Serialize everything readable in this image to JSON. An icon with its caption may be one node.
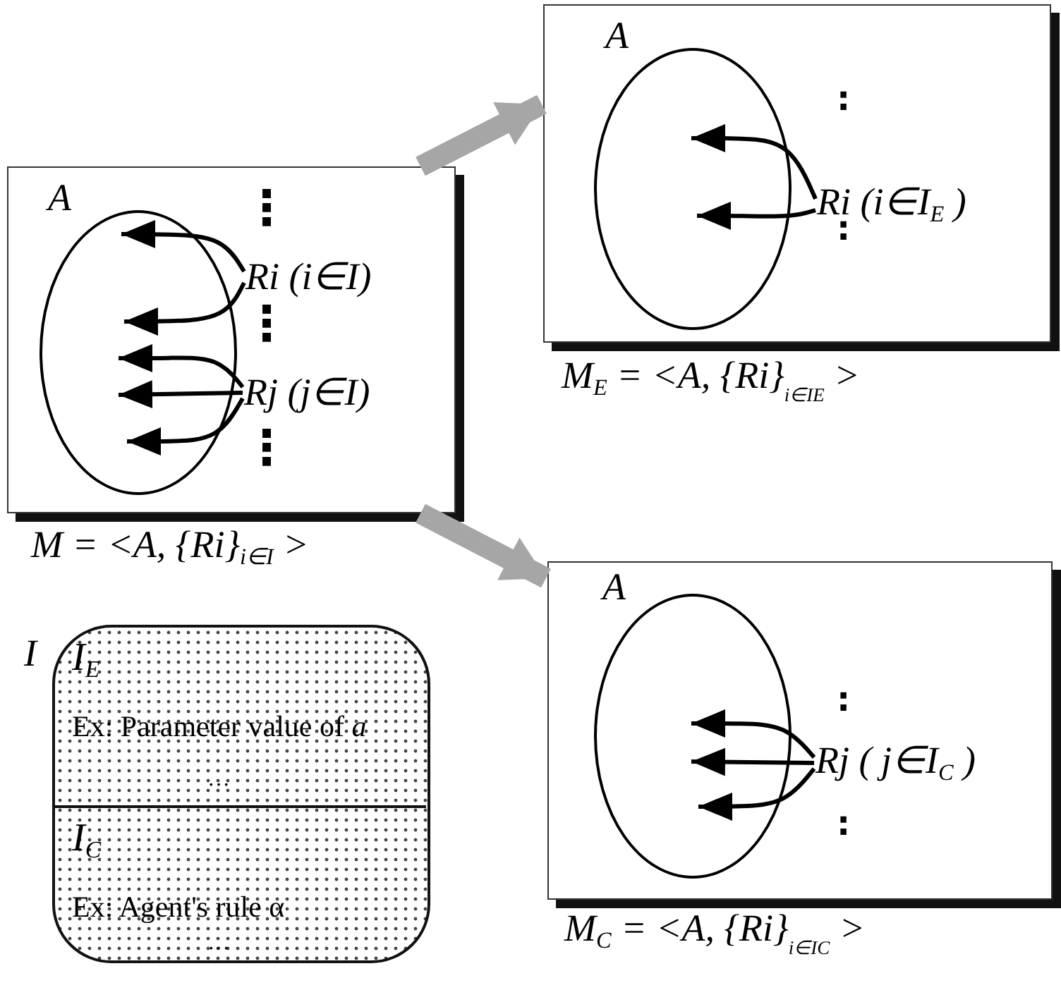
{
  "diagram": {
    "nodes": [
      {
        "text": [],
        "shape": "box",
        "beside": [
          "M = <A, {Ri}$_{i∈I}$ >"
        ]
      },
      {
        "text": [
          "A"
        ],
        "in": 0
      },
      {
        "text": [
          "Ri (i∈I)"
        ],
        "in": 0
      },
      {
        "text": [
          "Rj (j∈I)"
        ],
        "in": 0
      },
      {
        "text": [],
        "shape": "box",
        "beside": [
          "M$_{E}$ = <A, {Ri}$_{i∈I}$$_{E}$ >"
        ]
      },
      {
        "text": [
          "A"
        ],
        "in": 4
      },
      {
        "text": [
          "Ri (i∈I$_{E}$ )"
        ],
        "in": 4
      },
      {
        "text": [],
        "shape": "box",
        "beside": [
          "M$_{C}$ = <A, {Ri}$_{i∈I}$$_{C}$ >"
        ]
      },
      {
        "text": [
          "A"
        ],
        "in": 7
      },
      {
        "text": [
          "Rj ( j∈I$_{C}$ )"
        ],
        "in": 7
      },
      {
        "text": [
          "I"
        ]
      },
      {
        "text": [
          "I$_{E}$",
          "Ex: Parameter value of *a*",
          "…"
        ],
        "in": 10
      },
      {
        "text": [
          "I$_{C}$",
          "Ex: Agent's rule α",
          "…"
        ],
        "in": 10
      }
    ],
    "edges": [
      {
        "from": 2,
        "to": 1,
        "arrow": "to"
      },
      {
        "from": 2,
        "to": 1,
        "arrow": "to"
      },
      {
        "from": 3,
        "to": 1,
        "arrow": "to"
      },
      {
        "from": 3,
        "to": 1,
        "arrow": "to"
      },
      {
        "from": 3,
        "to": 1,
        "arrow": "to"
      },
      {
        "from": 6,
        "to": 5,
        "arrow": "to"
      },
      {
        "from": 6,
        "to": 5,
        "arrow": "to"
      },
      {
        "from": 9,
        "to": 8,
        "arrow": "to"
      },
      {
        "from": 9,
        "to": 8,
        "arrow": "to"
      },
      {
        "from": 9,
        "to": 8,
        "arrow": "to"
      },
      {
        "from": 0,
        "to": 4,
        "arrow": "to",
        "style": "thick",
        "color": "#a6a6a6"
      },
      {
        "from": 0,
        "to": 7,
        "arrow": "to",
        "style": "thick",
        "color": "#a6a6a6"
      }
    ],
    "labels": [
      "⋮",
      "⋮",
      "⋮",
      ":",
      ":",
      ":",
      ":"
    ]
  }
}
